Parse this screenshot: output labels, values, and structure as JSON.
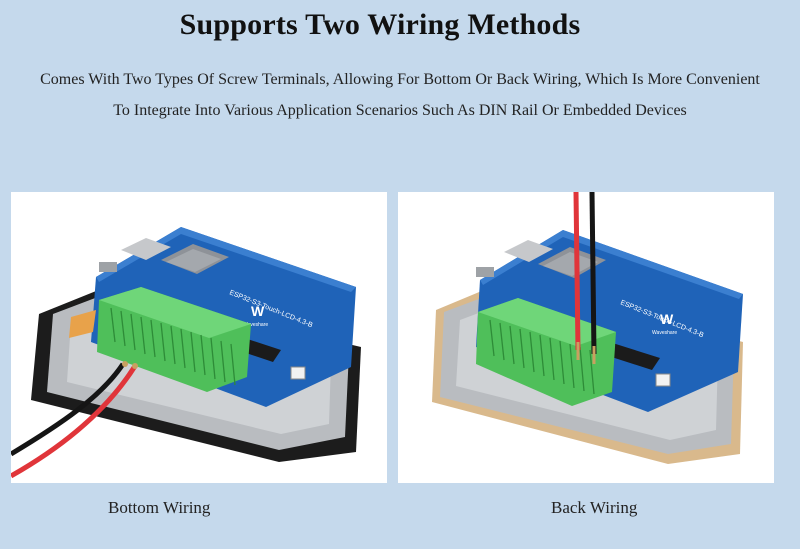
{
  "heading": {
    "title": "Supports Two Wiring Methods",
    "description": "Comes With Two Types Of Screw Terminals, Allowing For Bottom Or Back Wiring, Which Is More Convenient To Integrate Into Various Application Scenarios Such As DIN Rail Or Embedded Devices"
  },
  "panels": [
    {
      "caption": "Bottom Wiring",
      "board_label": "ESP32-S3-Touch-LCD-4.3-B",
      "logo_text": "W",
      "brand": "Waveshare"
    },
    {
      "caption": "Back Wiring",
      "board_label": "ESP32-S3-Touch-LCD-4.3-B",
      "logo_text": "W",
      "brand": "Waveshare"
    }
  ],
  "colors": {
    "background": "#c5d9ec",
    "pcb_blue": "#1f63b8",
    "terminal_green": "#4fbf5a",
    "wire_red": "#e0353a",
    "wire_black": "#151515",
    "bezel_black": "#1c1c1c",
    "bezel_tan": "#d9b98c"
  }
}
